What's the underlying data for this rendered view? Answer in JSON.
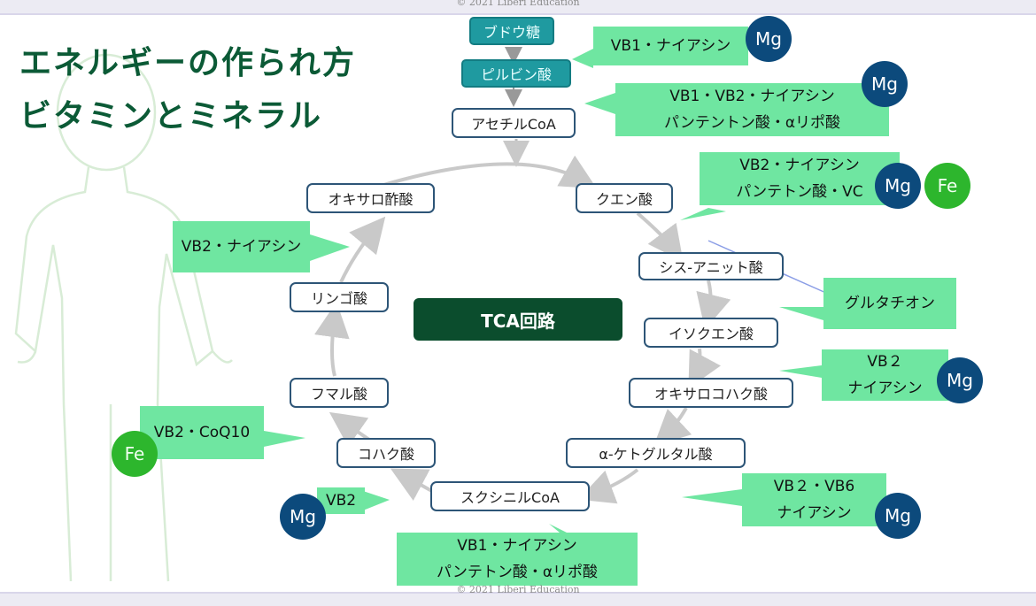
{
  "copyright": "© 2021 Liberi Education",
  "title": {
    "line1": "エネルギーの作られ方",
    "line2": "ビタミンとミネラル"
  },
  "center_label": "TCA回路",
  "pathway": {
    "glucose": "ブドウ糖",
    "pyruvate": "ピルビン酸",
    "acetyl_coa": "アセチルCoA"
  },
  "cycle": {
    "citrate": "クエン酸",
    "cis_aconitate": "シス-アニット酸",
    "isocitrate": "イソクエン酸",
    "oxalosuccinate": "オキサロコハク酸",
    "alpha_ketoglutarate": "α-ケトグルタル酸",
    "succinyl_coa": "スクシニルCoA",
    "succinate": "コハク酸",
    "fumarate": "フマル酸",
    "malate": "リンゴ酸",
    "oxaloacetate": "オキサロ酢酸"
  },
  "cofactors": {
    "glucose_pyruvate": "VB1・ナイアシン",
    "pyruvate_acetyl": {
      "line1": "VB1・VB2・ナイアシン",
      "line2": "パンテントン酸・αリポ酸"
    },
    "citrate": {
      "line1": "VB2・ナイアシン",
      "line2": "パンテトン酸・VC"
    },
    "cis_aconitate": "グルタチオン",
    "oxalosuccinate": {
      "line1": "VB２",
      "line2": "ナイアシン"
    },
    "alpha_ketoglutarate": {
      "line1": "VB２・VB6",
      "line2": "ナイアシン"
    },
    "succinyl_coa_bottom": {
      "line1": "VB1・ナイアシン",
      "line2": "パンテトン酸・αリポ酸"
    },
    "succinyl_coa_left": "VB2",
    "succinate_fumarate": "VB2・CoQ10",
    "malate_oxaloacetate": "VB2・ナイアシン"
  },
  "minerals": {
    "magnesium": "Mg",
    "iron": "Fe"
  },
  "colors": {
    "title_green": "#0b5a36",
    "callout_green": "#6fe6a1",
    "mg_blue": "#0c4a7c",
    "fe_green": "#2db62d",
    "tca_dark": "#0b4d2d",
    "start_teal": "#1f9aa0",
    "node_border": "#2d5577"
  }
}
